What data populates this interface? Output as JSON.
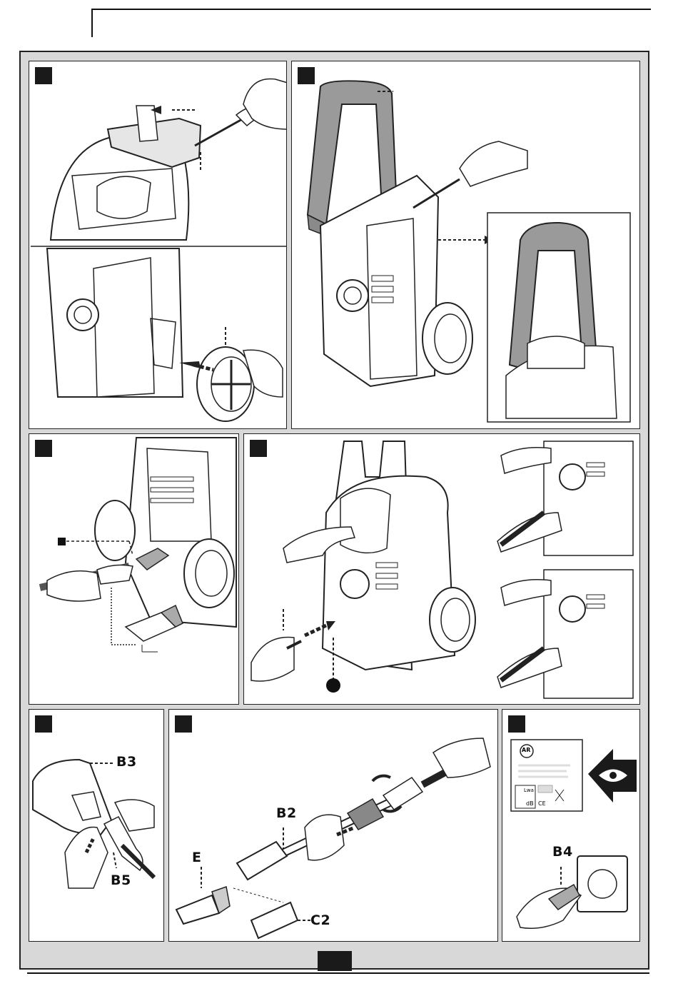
{
  "document": {
    "panels": [
      {
        "id": "panel-1a",
        "step": ""
      },
      {
        "id": "panel-1b",
        "step": ""
      },
      {
        "id": "panel-2",
        "step": ""
      },
      {
        "id": "panel-3",
        "step": ""
      },
      {
        "id": "panel-4",
        "step": ""
      },
      {
        "id": "panel-5",
        "step": ""
      },
      {
        "id": "panel-6",
        "step": ""
      }
    ],
    "callouts": {
      "b3": "B3",
      "b5": "B5",
      "b2": "B2",
      "e": "E",
      "c2": "C2",
      "b4": "B4"
    },
    "rating_plate": {
      "logo": "AR",
      "unit_db": "dB",
      "lwa": "Lwa",
      "ce": "CE"
    }
  }
}
